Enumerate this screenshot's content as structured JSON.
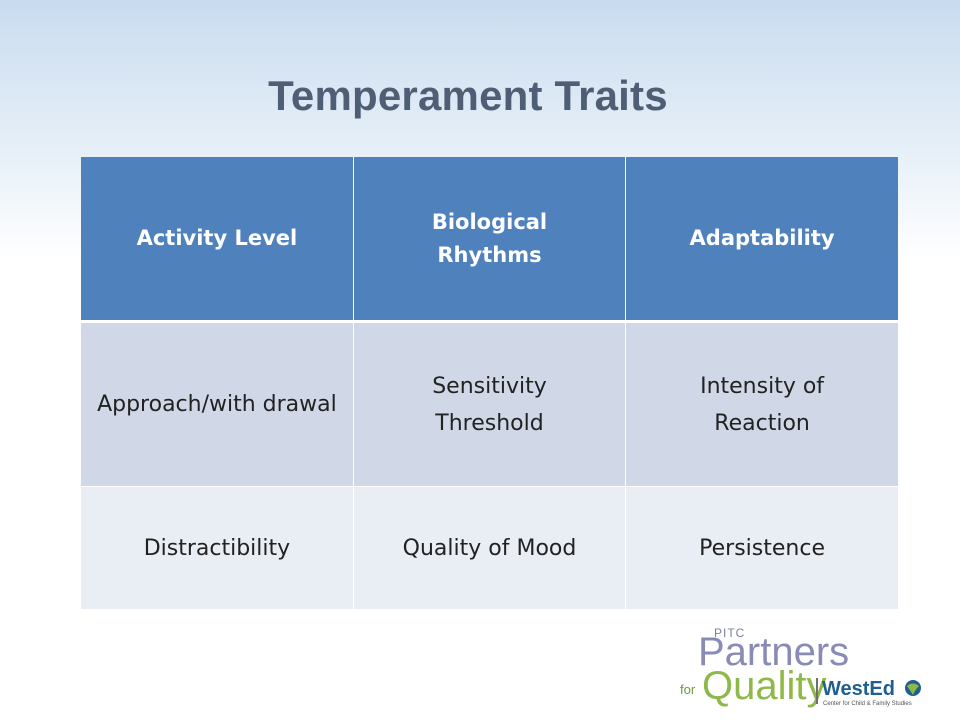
{
  "slide": {
    "title": "Temperament Traits"
  },
  "table": {
    "rows": [
      [
        "Activity Level",
        "Biological Rhythms",
        "Adaptability"
      ],
      [
        "Approach/with drawal",
        "Sensitivity Threshold",
        "Intensity of Reaction"
      ],
      [
        "Distractibility",
        "Quality of Mood",
        "Persistence"
      ]
    ]
  },
  "logo": {
    "pitc": "PITC",
    "partners": "Partners",
    "for": "for",
    "quality": "Quality",
    "wested": "WestEd",
    "wested_sub": "Center for Child & Family Studies"
  },
  "colors": {
    "title": "#4f5e75",
    "header_fill": "#4f81bd",
    "row_a_fill": "#d0d8e8",
    "row_b_fill": "#e9edf4"
  }
}
